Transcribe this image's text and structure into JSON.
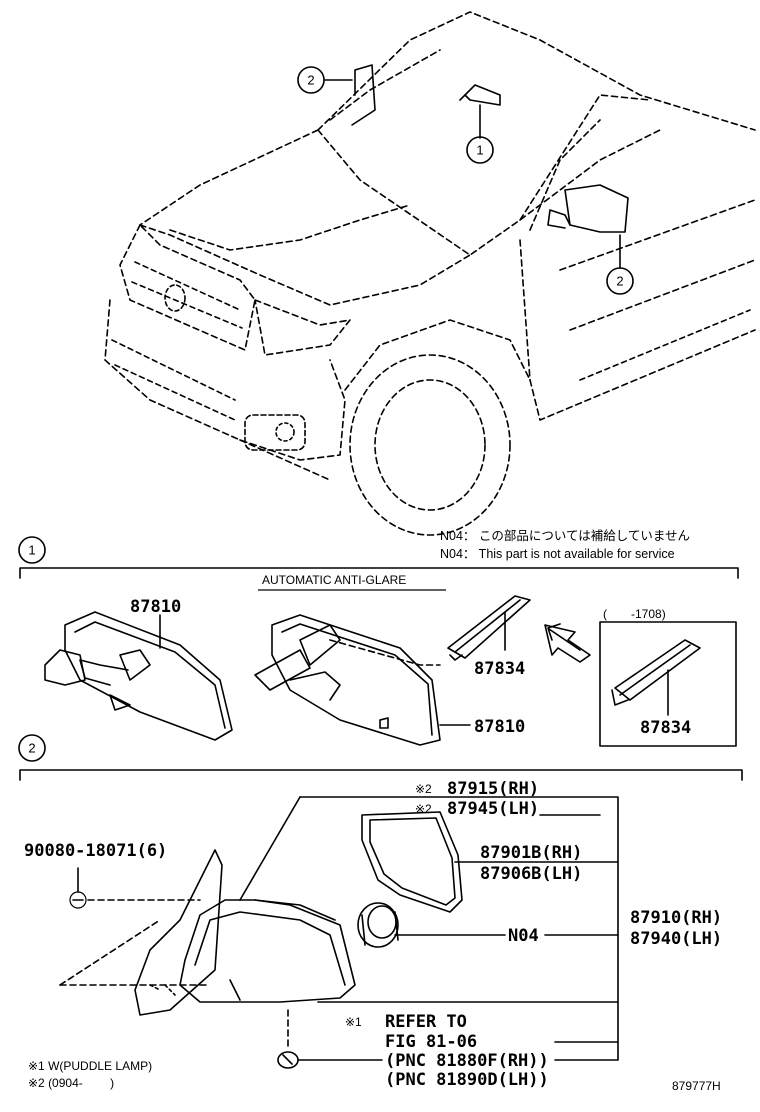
{
  "notes": {
    "n04_jp": "N04： この部品については補給していません",
    "n04_en": "N04： This part is not available for service"
  },
  "callouts": {
    "c1": "1",
    "c2": "2"
  },
  "section1": {
    "header": "AUTOMATIC ANTI-GLARE",
    "mirror_left": "87810",
    "mirror_right": "87810",
    "bracket": "87834",
    "inset_range": "(　　-1708)",
    "inset_part": "87834"
  },
  "section2": {
    "cover_rh": "87915(RH)",
    "cover_lh": "87945(LH)",
    "mark2": "※2",
    "screw": "90080-18071(6)",
    "glass_rh": "87901B(RH)",
    "glass_lh": "87906B(LH)",
    "n04": "N04",
    "assy_rh": "87910(RH)",
    "assy_lh": "87940(LH)",
    "ref_mark": "※1",
    "ref1": "REFER TO",
    "ref2": "FIG 81-06",
    "ref3": "(PNC 81880F(RH))",
    "ref4": "(PNC 81890D(LH))",
    "foot1": "※1 W(PUDDLE LAMP)",
    "foot2": "※2 (0904-　　 )",
    "fig_code": "879777H"
  }
}
